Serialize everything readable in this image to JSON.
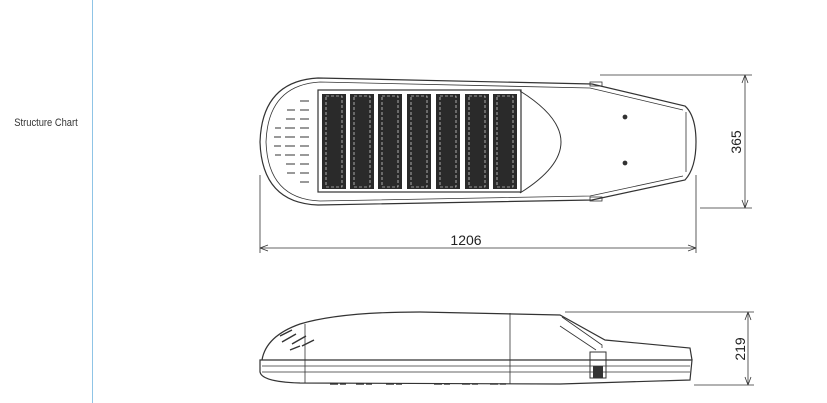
{
  "section": {
    "label": "Structure Chart"
  },
  "top_view": {
    "length_dimension": "1206",
    "width_dimension": "365"
  },
  "side_view": {
    "height_dimension": "219"
  },
  "colors": {
    "divider": "#8fc4e6",
    "line": "#333333"
  }
}
